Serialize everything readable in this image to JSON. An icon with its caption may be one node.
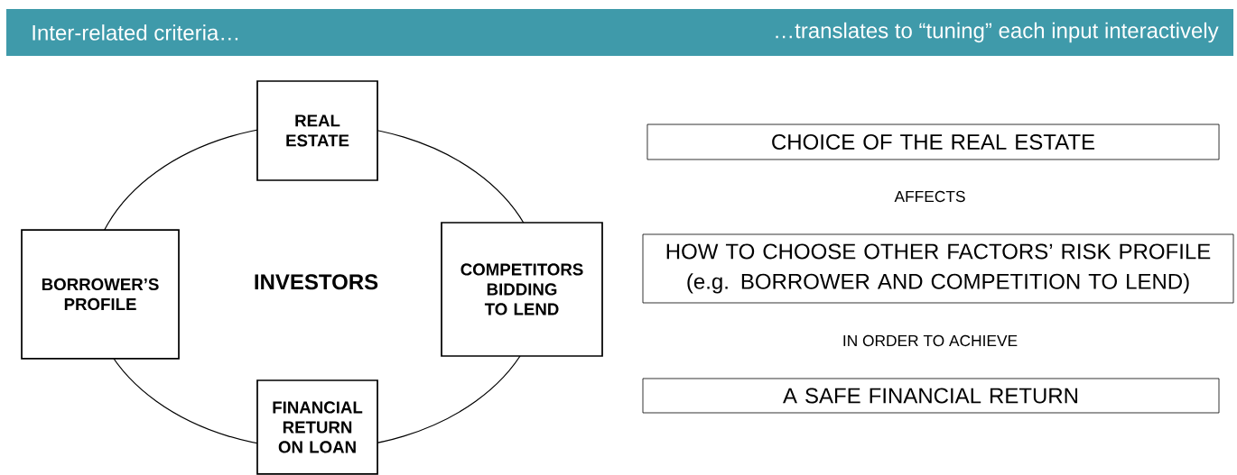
{
  "diagram": {
    "nodes": [
      {
        "text": [
          "INVESTORS"
        ]
      },
      {
        "text": [
          "REAL ESTATE"
        ]
      },
      {
        "text": [
          "BORROWER’S PROFILE"
        ]
      },
      {
        "text": [
          "COMPETITORS BIDDING TO LEND"
        ]
      },
      {
        "text": [
          "FINANCIAL RETURN ON LOAN"
        ]
      },
      {
        "text": [
          "CHOICE OF THE REAL ESTATE"
        ]
      },
      {
        "text": [
          "HOW TO CHOOSE OTHER FACTORS’ RISK PROFILE (e.g. BORROWER AND COMPETITION TO LEND)"
        ]
      },
      {
        "text": [
          "A SAFE FINANCIAL RETURN"
        ]
      }
    ],
    "labels": [
      "Inter-related criteria…",
      "…translates to “tuning” each input interactively",
      "AFFECTS",
      "IN ORDER TO ACHIEVE"
    ]
  }
}
